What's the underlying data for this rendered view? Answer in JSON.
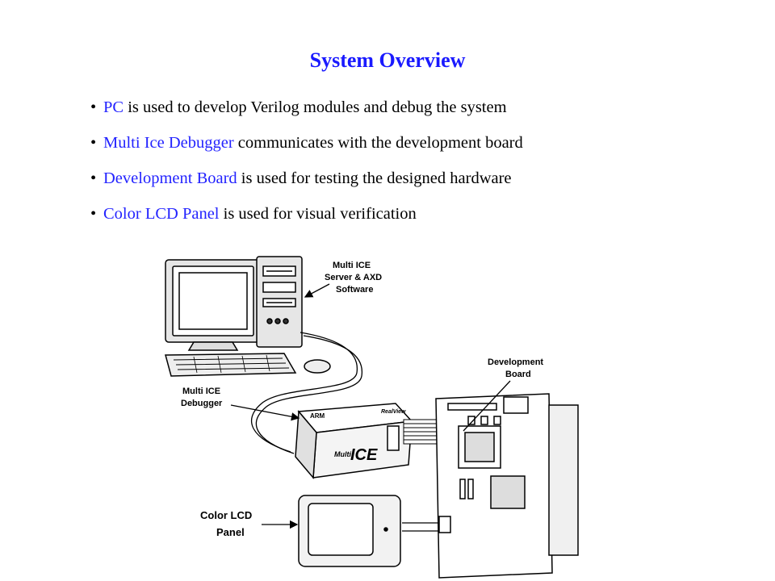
{
  "title": "System Overview",
  "bullets": [
    {
      "highlight": "PC",
      "rest": " is used to develop Verilog modules and debug the system"
    },
    {
      "highlight": "Multi Ice Debugger",
      "rest": " communicates with the development board"
    },
    {
      "highlight": "Development Board",
      "rest": "  is used for testing the designed hardware"
    },
    {
      "highlight": "Color LCD Panel",
      "rest": " is used for visual verification"
    }
  ],
  "diagram": {
    "labels": {
      "software_line1": "Multi ICE",
      "software_line2": "Server & AXD",
      "software_line3": "Software",
      "board_line1": "Development",
      "board_line2": "Board",
      "debugger_line1": "Multi ICE",
      "debugger_line2": "Debugger",
      "lcd_line1": "Color LCD",
      "lcd_line2": "Panel"
    },
    "device_text": {
      "brand": "ARM",
      "product": "RealView",
      "logo_prefix": "Multi",
      "logo_main": "ICE"
    }
  }
}
